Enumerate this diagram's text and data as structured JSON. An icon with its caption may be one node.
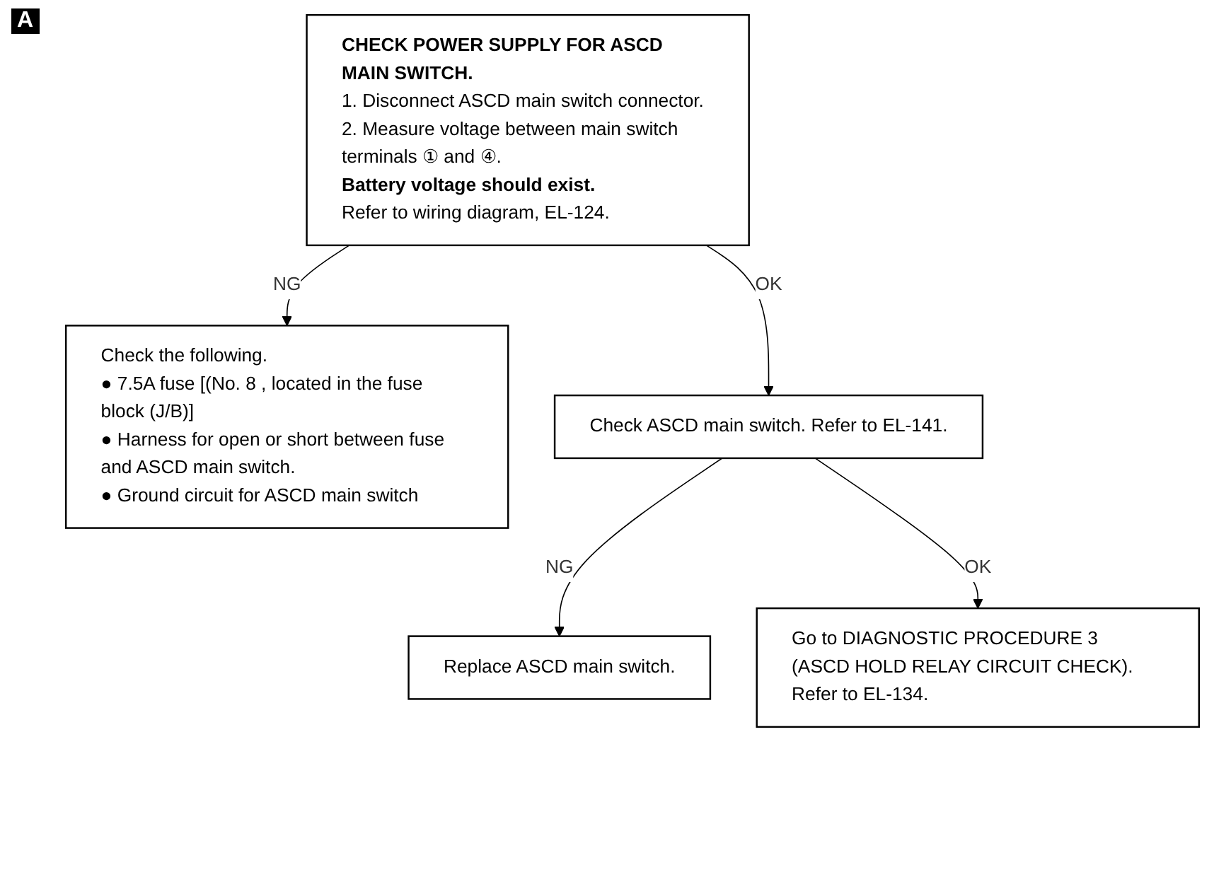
{
  "diagram": {
    "nodes": [
      {
        "text": [
          "CHECK POWER SUPPLY FOR ASCD MAIN SWITCH.",
          "1. Disconnect ASCD main switch connector.",
          "2. Measure voltage between main switch terminals ① and ④.",
          "Battery voltage should exist.",
          "Refer to wiring diagram, EL-124."
        ]
      },
      {
        "text": [
          "Check the following.",
          "● 7.5A fuse [(No. 8 , located in the fuse block (J/B)]",
          "● Harness for open or short between fuse and ASCD main switch.",
          "● Ground circuit for ASCD main switch"
        ]
      },
      {
        "text": [
          "Check ASCD main switch. Refer to EL-141."
        ]
      },
      {
        "text": [
          "Replace ASCD main switch."
        ]
      },
      {
        "text": [
          "Go to DIAGNOSTIC PROCEDURE 3 (ASCD HOLD RELAY CIRCUIT CHECK). Refer to EL-134."
        ]
      }
    ],
    "edges": [
      {
        "from": 0,
        "to": 1,
        "arrow": "to",
        "label": "NG"
      },
      {
        "from": 0,
        "to": 2,
        "arrow": "to",
        "label": "OK"
      },
      {
        "from": 2,
        "to": 3,
        "arrow": "to",
        "label": "NG"
      },
      {
        "from": 2,
        "to": 4,
        "arrow": "to",
        "label": "OK"
      }
    ],
    "labels": [
      "A"
    ]
  }
}
